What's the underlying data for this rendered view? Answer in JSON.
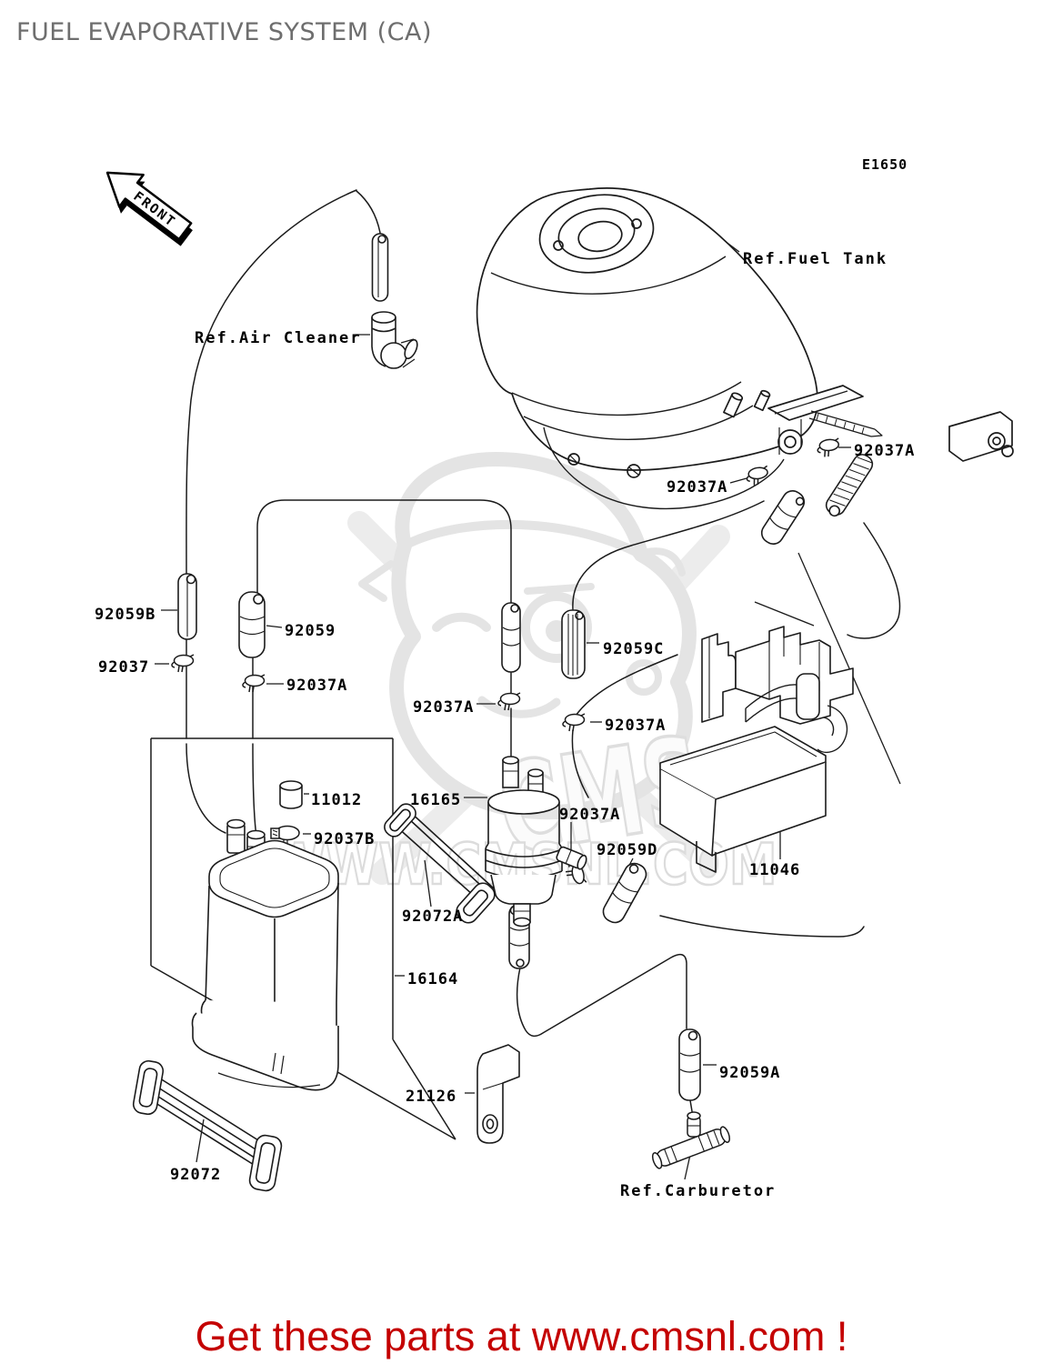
{
  "page": {
    "title": "FUEL EVAPORATIVE SYSTEM (CA)",
    "footer": "Get these parts at www.cmsnl.com !",
    "diagram_code": "E1650",
    "front_marker": "FRONT"
  },
  "watermark": {
    "brand": "CMS",
    "url": "WWW.CMSNL.COM"
  },
  "labels": {
    "ref_fuel_tank": "Ref.Fuel Tank",
    "ref_air_cleaner": "Ref.Air Cleaner",
    "ref_carburetor": "Ref.Carburetor",
    "p92059": "92059",
    "p92059A": "92059A",
    "p92059B": "92059B",
    "p92059C": "92059C",
    "p92059D": "92059D",
    "p92037": "92037",
    "p92037A": "92037A",
    "p92037B": "92037B",
    "p11012": "11012",
    "p11046": "11046",
    "p16164": "16164",
    "p16165": "16165",
    "p21126": "21126",
    "p92072": "92072",
    "p92072A": "92072A"
  },
  "colors": {
    "footer_red": "#c40000",
    "title_gray": "#6e6e6e",
    "line_black": "#1b1b1b",
    "watermark_gray": "#e2e2e2"
  }
}
